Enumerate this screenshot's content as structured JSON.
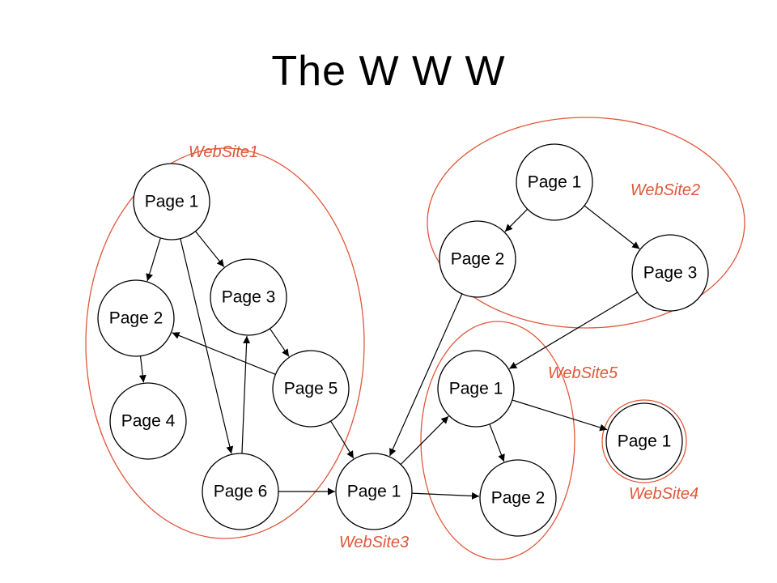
{
  "title": "The W W W",
  "colors": {
    "site_outline": "#e0573a",
    "site_label": "#e0573a",
    "node_stroke": "#000000",
    "edge": "#000000"
  },
  "websites": [
    {
      "id": "ws1",
      "label": "WebSite1"
    },
    {
      "id": "ws2",
      "label": "WebSite2"
    },
    {
      "id": "ws3",
      "label": "WebSite3"
    },
    {
      "id": "ws4",
      "label": "WebSite4"
    },
    {
      "id": "ws5",
      "label": "WebSite5"
    }
  ],
  "pages": [
    {
      "id": "ws1_p1",
      "label": "Page 1",
      "site": "ws1"
    },
    {
      "id": "ws1_p2",
      "label": "Page 2",
      "site": "ws1"
    },
    {
      "id": "ws1_p3",
      "label": "Page 3",
      "site": "ws1"
    },
    {
      "id": "ws1_p4",
      "label": "Page 4",
      "site": "ws1"
    },
    {
      "id": "ws1_p5",
      "label": "Page 5",
      "site": "ws1"
    },
    {
      "id": "ws1_p6",
      "label": "Page 6",
      "site": "ws1"
    },
    {
      "id": "ws2_p1",
      "label": "Page 1",
      "site": "ws2"
    },
    {
      "id": "ws2_p2",
      "label": "Page 2",
      "site": "ws2"
    },
    {
      "id": "ws2_p3",
      "label": "Page 3",
      "site": "ws2"
    },
    {
      "id": "ws3_p1",
      "label": "Page 1",
      "site": "ws3"
    },
    {
      "id": "ws5_p1",
      "label": "Page 1",
      "site": "ws5"
    },
    {
      "id": "ws5_p2",
      "label": "Page 2",
      "site": "ws5"
    },
    {
      "id": "ws4_p1",
      "label": "Page 1",
      "site": "ws4"
    }
  ],
  "links": [
    {
      "from": "ws1_p1",
      "to": "ws1_p2"
    },
    {
      "from": "ws1_p1",
      "to": "ws1_p3"
    },
    {
      "from": "ws1_p1",
      "to": "ws1_p6"
    },
    {
      "from": "ws1_p2",
      "to": "ws1_p4"
    },
    {
      "from": "ws1_p3",
      "to": "ws1_p5"
    },
    {
      "from": "ws1_p5",
      "to": "ws1_p2"
    },
    {
      "from": "ws1_p6",
      "to": "ws1_p3"
    },
    {
      "from": "ws1_p5",
      "to": "ws3_p1"
    },
    {
      "from": "ws1_p6",
      "to": "ws3_p1"
    },
    {
      "from": "ws2_p1",
      "to": "ws2_p2"
    },
    {
      "from": "ws2_p1",
      "to": "ws2_p3"
    },
    {
      "from": "ws2_p2",
      "to": "ws3_p1"
    },
    {
      "from": "ws2_p3",
      "to": "ws5_p1"
    },
    {
      "from": "ws3_p1",
      "to": "ws5_p1"
    },
    {
      "from": "ws3_p1",
      "to": "ws5_p2"
    },
    {
      "from": "ws5_p1",
      "to": "ws5_p2"
    },
    {
      "from": "ws5_p1",
      "to": "ws4_p1"
    }
  ]
}
